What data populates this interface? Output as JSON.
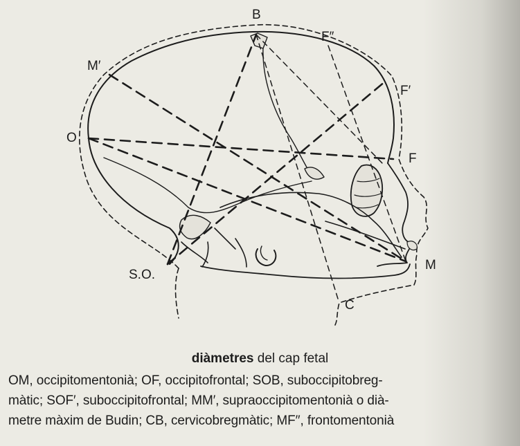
{
  "figure": {
    "labels": {
      "B": "B",
      "F_double_prime": "F″",
      "M_prime": "M′",
      "F_prime": "F′",
      "O": "O",
      "F": "F",
      "SO": "S.O.",
      "M": "M",
      "C": "C"
    }
  },
  "caption": {
    "title_bold": "diàmetres",
    "title_rest": " del cap fetal",
    "lines": [
      "OM, occipitomentonià; OF, occipitofrontal; SOB, suboccipitobreg-",
      "màtic; SOF′, suboccipitofrontal; MM′, supraoccipitomentonià o dià-",
      "metre màxim de Budin; CB, cervicobregmàtic; MF′′, frontomentonià"
    ]
  }
}
